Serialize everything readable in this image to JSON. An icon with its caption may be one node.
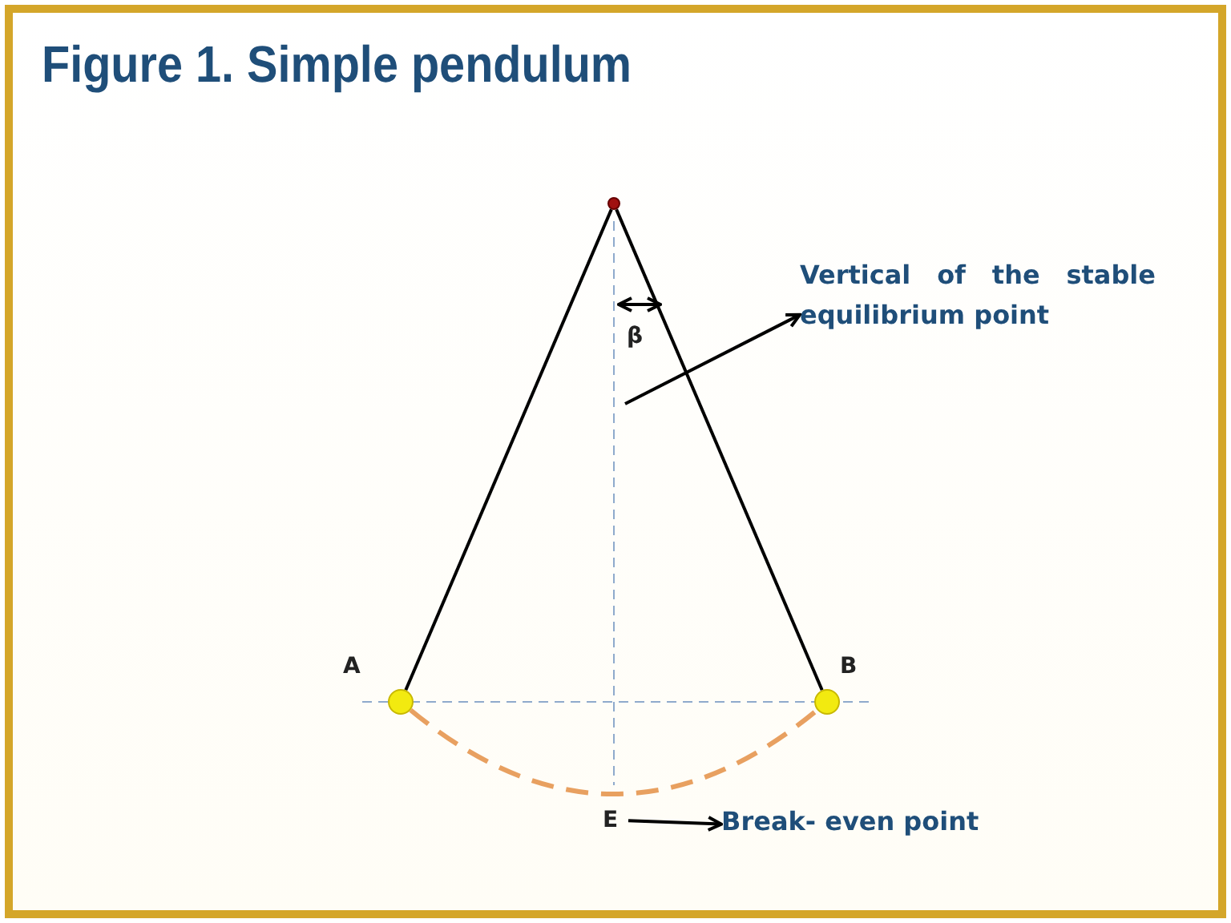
{
  "diagram": {
    "title": "Figure 1. Simple pendulum",
    "nodes": [
      {
        "text": [
          "Vertical of the stable equilibrium point"
        ]
      },
      {
        "text": [
          "E"
        ]
      },
      {
        "text": [
          "Break- even point"
        ]
      },
      {
        "text": [],
        "shape": "circle"
      },
      {
        "text": [],
        "shape": "circle",
        "beside": [
          "A"
        ]
      },
      {
        "text": [],
        "shape": "circle",
        "beside": [
          "B"
        ]
      }
    ],
    "edges": [
      {
        "from": null,
        "to": 0,
        "arrow": "to"
      },
      {
        "from": 1,
        "to": 2,
        "arrow": "to"
      },
      {
        "from": 3,
        "to": 4,
        "arrow": "none"
      },
      {
        "from": 3,
        "to": 5,
        "arrow": "none"
      },
      {
        "from": 4,
        "to": 5,
        "arrow": "none",
        "style": "dashed",
        "color": "#e8a060"
      }
    ],
    "labels": [
      "β"
    ]
  }
}
